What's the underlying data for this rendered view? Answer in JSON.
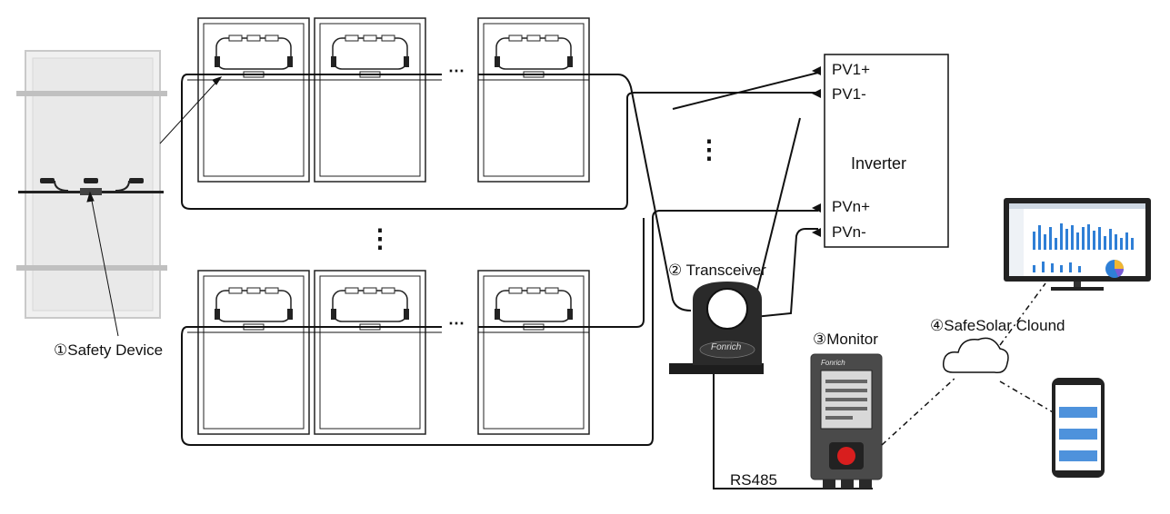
{
  "labels": {
    "safety_device": "①Safety Device",
    "transceiver": "② Transceiver",
    "monitor": "③Monitor",
    "cloud": "④SafeSolar Clound",
    "inverter": "Inverter",
    "rs485": "RS485",
    "pv1_plus": "PV1+",
    "pv1_minus": "PV1-",
    "pvn_plus": "PVn+",
    "pvn_minus": "PVn-"
  },
  "brand": "Fonrich",
  "ellipsis_h": "⋯",
  "ellipsis_v": "⋮",
  "colors": {
    "wire": "#111111",
    "panel_frame": "#222222",
    "panel_module": "#f2f2f2",
    "device_body": "#2a2a2a",
    "monitor_body": "#4a4a4a",
    "monitor_button": "#d81e1e",
    "chart_bar": "#2f7fd6"
  }
}
